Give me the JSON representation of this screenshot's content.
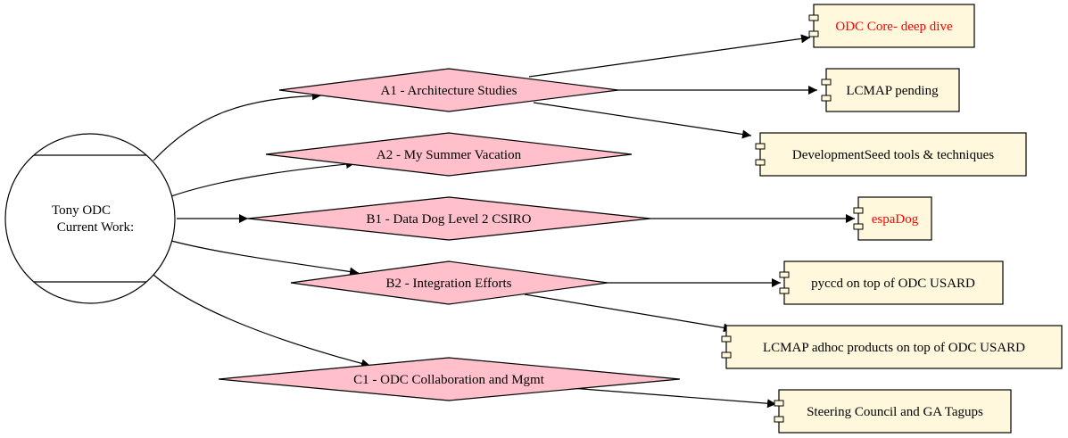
{
  "colors": {
    "diamond_fill": "#ffc0cb",
    "component_fill": "#fff8dc",
    "stroke": "#000000",
    "text": "#000000",
    "highlight_text": "#ff0000"
  },
  "root": {
    "shape": "circle-with-bands",
    "lines": [
      "Tony ODC",
      "Current Work:"
    ]
  },
  "tasks": [
    {
      "id": "A1",
      "label": "A1 - Architecture Studies"
    },
    {
      "id": "A2",
      "label": "A2 - My Summer Vacation"
    },
    {
      "id": "B1",
      "label": "B1 - Data Dog Level 2 CSIRO"
    },
    {
      "id": "B2",
      "label": "B2 - Integration Efforts"
    },
    {
      "id": "C1",
      "label": "C1 - ODC Collaboration and Mgmt"
    }
  ],
  "items": [
    {
      "id": "odc_core",
      "label": "ODC Core- deep dive",
      "highlight": true
    },
    {
      "id": "lcmap_pending",
      "label": "LCMAP pending",
      "highlight": false
    },
    {
      "id": "devseed",
      "label": "DevelopmentSeed tools & techniques",
      "highlight": false
    },
    {
      "id": "espadog",
      "label": "espaDog",
      "highlight": true
    },
    {
      "id": "pyccd",
      "label": "pyccd on top of ODC USARD",
      "highlight": false
    },
    {
      "id": "lcmap_adhoc",
      "label": "LCMAP adhoc products on top of ODC USARD",
      "highlight": false
    },
    {
      "id": "steering",
      "label": "Steering Council and GA Tagups",
      "highlight": false
    }
  ],
  "edges": [
    {
      "from": "root",
      "to": "A1"
    },
    {
      "from": "root",
      "to": "A2"
    },
    {
      "from": "root",
      "to": "B1"
    },
    {
      "from": "root",
      "to": "B2"
    },
    {
      "from": "root",
      "to": "C1"
    },
    {
      "from": "A1",
      "to": "odc_core"
    },
    {
      "from": "A1",
      "to": "lcmap_pending"
    },
    {
      "from": "A1",
      "to": "devseed"
    },
    {
      "from": "B1",
      "to": "espadog"
    },
    {
      "from": "B2",
      "to": "pyccd"
    },
    {
      "from": "B2",
      "to": "lcmap_adhoc"
    },
    {
      "from": "C1",
      "to": "steering"
    }
  ]
}
